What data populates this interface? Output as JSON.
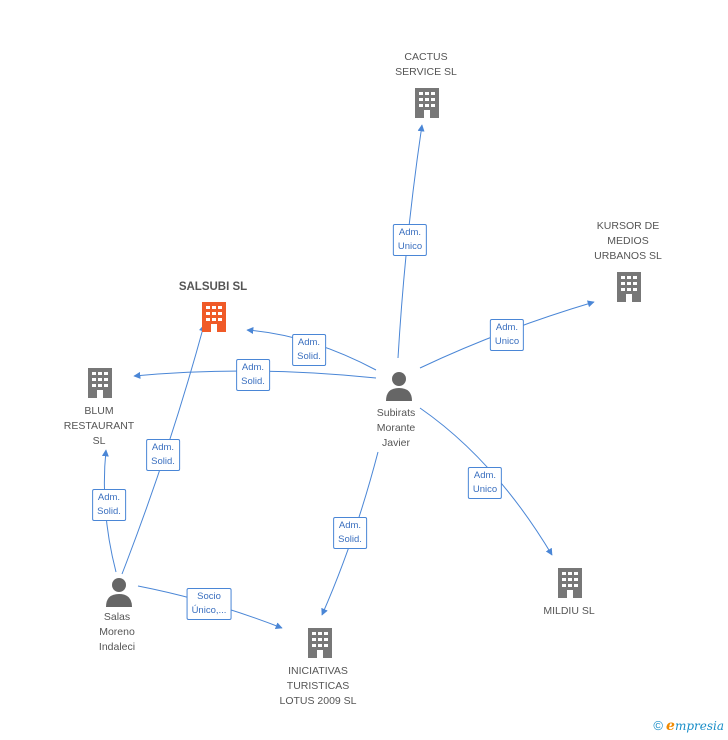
{
  "colors": {
    "edge": "#4a86d6",
    "company": "#777777",
    "company_main": "#f05a28",
    "person": "#666666"
  },
  "nodes": {
    "cactus": {
      "label": "CACTUS\nSERVICE SL",
      "icon": "building-icon"
    },
    "kursor": {
      "label": "KURSOR DE\nMEDIOS\nURBANOS SL",
      "icon": "building-icon"
    },
    "salsubi": {
      "label": "SALSUBI SL",
      "icon": "building-icon"
    },
    "blum": {
      "label": "BLUM\nRESTAURANT\nSL",
      "icon": "building-icon"
    },
    "subirats": {
      "label": "Subirats\nMorante\nJavier",
      "icon": "person-icon"
    },
    "mildiu": {
      "label": "MILDIU SL",
      "icon": "building-icon"
    },
    "salas": {
      "label": "Salas\nMoreno\nIndaleci",
      "icon": "person-icon"
    },
    "iniciativas": {
      "label": "INICIATIVAS\nTURISTICAS\nLOTUS 2009 SL",
      "icon": "building-icon"
    }
  },
  "edges": {
    "e1": "Adm.\nUnico",
    "e2": "Adm.\nUnico",
    "e3": "Adm.\nSolid.",
    "e4": "Adm.\nSolid.",
    "e5": "Adm.\nUnico",
    "e6": "Adm.\nSolid.",
    "e7": "Adm.\nSolid.",
    "e8": "Adm.\nSolid.",
    "e9": "Socio\nÚnico,..."
  },
  "footer": {
    "copyright": "©",
    "brand_first": "e",
    "brand_rest": "mpresia"
  }
}
